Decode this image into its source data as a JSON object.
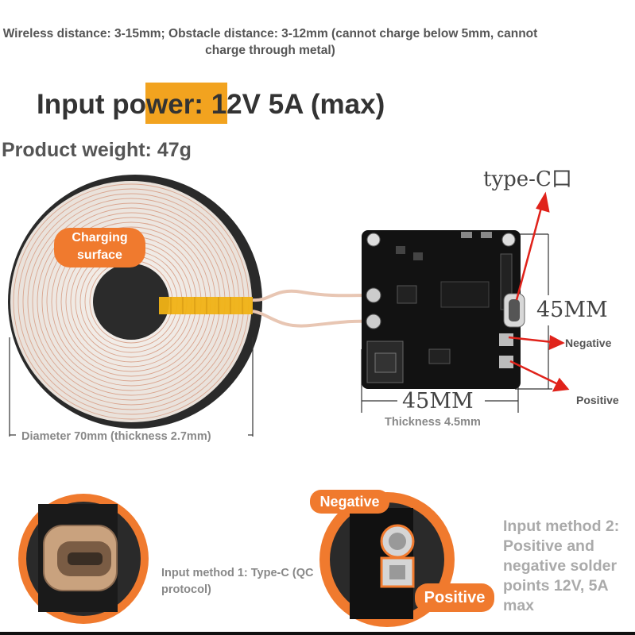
{
  "header": {
    "distance_note": "Wireless distance: 3-15mm; Obstacle distance: 3-12mm (cannot charge below 5mm, cannot charge through metal)",
    "input_power": "Input power: 12V 5A (max)",
    "weight": "Product weight: 47g"
  },
  "diagram": {
    "typec_label": "type-C口",
    "width_dim": "45MM",
    "height_dim": "45MM",
    "negative_label": "Negative",
    "positive_label": "Positive",
    "thickness": "Thickness 4.5mm",
    "diameter": "Diameter 70mm (thickness 2.7mm)",
    "charging_surface": "Charging surface"
  },
  "methods": {
    "method1": "Input method 1: Type-C (QC protocol)",
    "method2": "Input method 2: Positive and negative solder points 12V, 5A max",
    "negative_badge": "Negative",
    "positive_badge": "Positive"
  },
  "colors": {
    "accent_orange": "#f07a2e",
    "highlight": "#f2a31f",
    "arrow_red": "#e0231b"
  }
}
